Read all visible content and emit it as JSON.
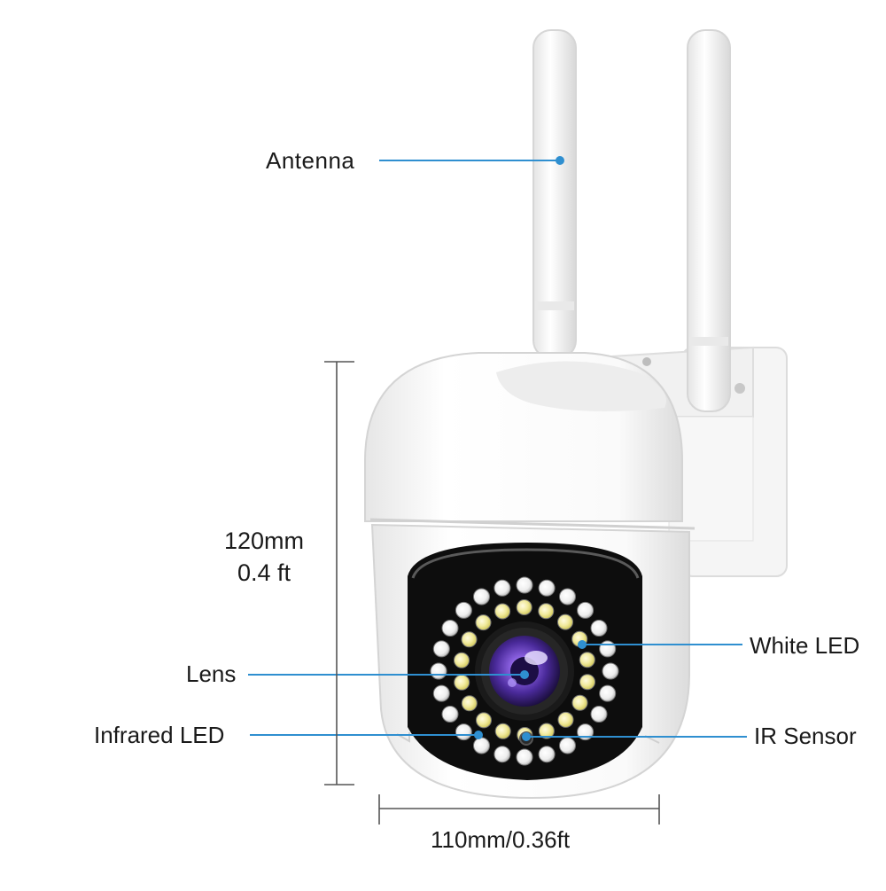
{
  "callouts": {
    "antenna": "Antenna",
    "lens": "Lens",
    "infrared_led": "Infrared LED",
    "white_led": "White LED",
    "ir_sensor": "IR Sensor"
  },
  "dimensions": {
    "height_mm": "120mm",
    "height_ft": "0.4 ft",
    "width": "110mm/0.36ft"
  },
  "colors": {
    "callout_line": "#2f8fd0",
    "body": "#ffffff",
    "white_led": "#e8e070",
    "ir_led": "#e9e9e9",
    "lens": "#6a45c8"
  }
}
